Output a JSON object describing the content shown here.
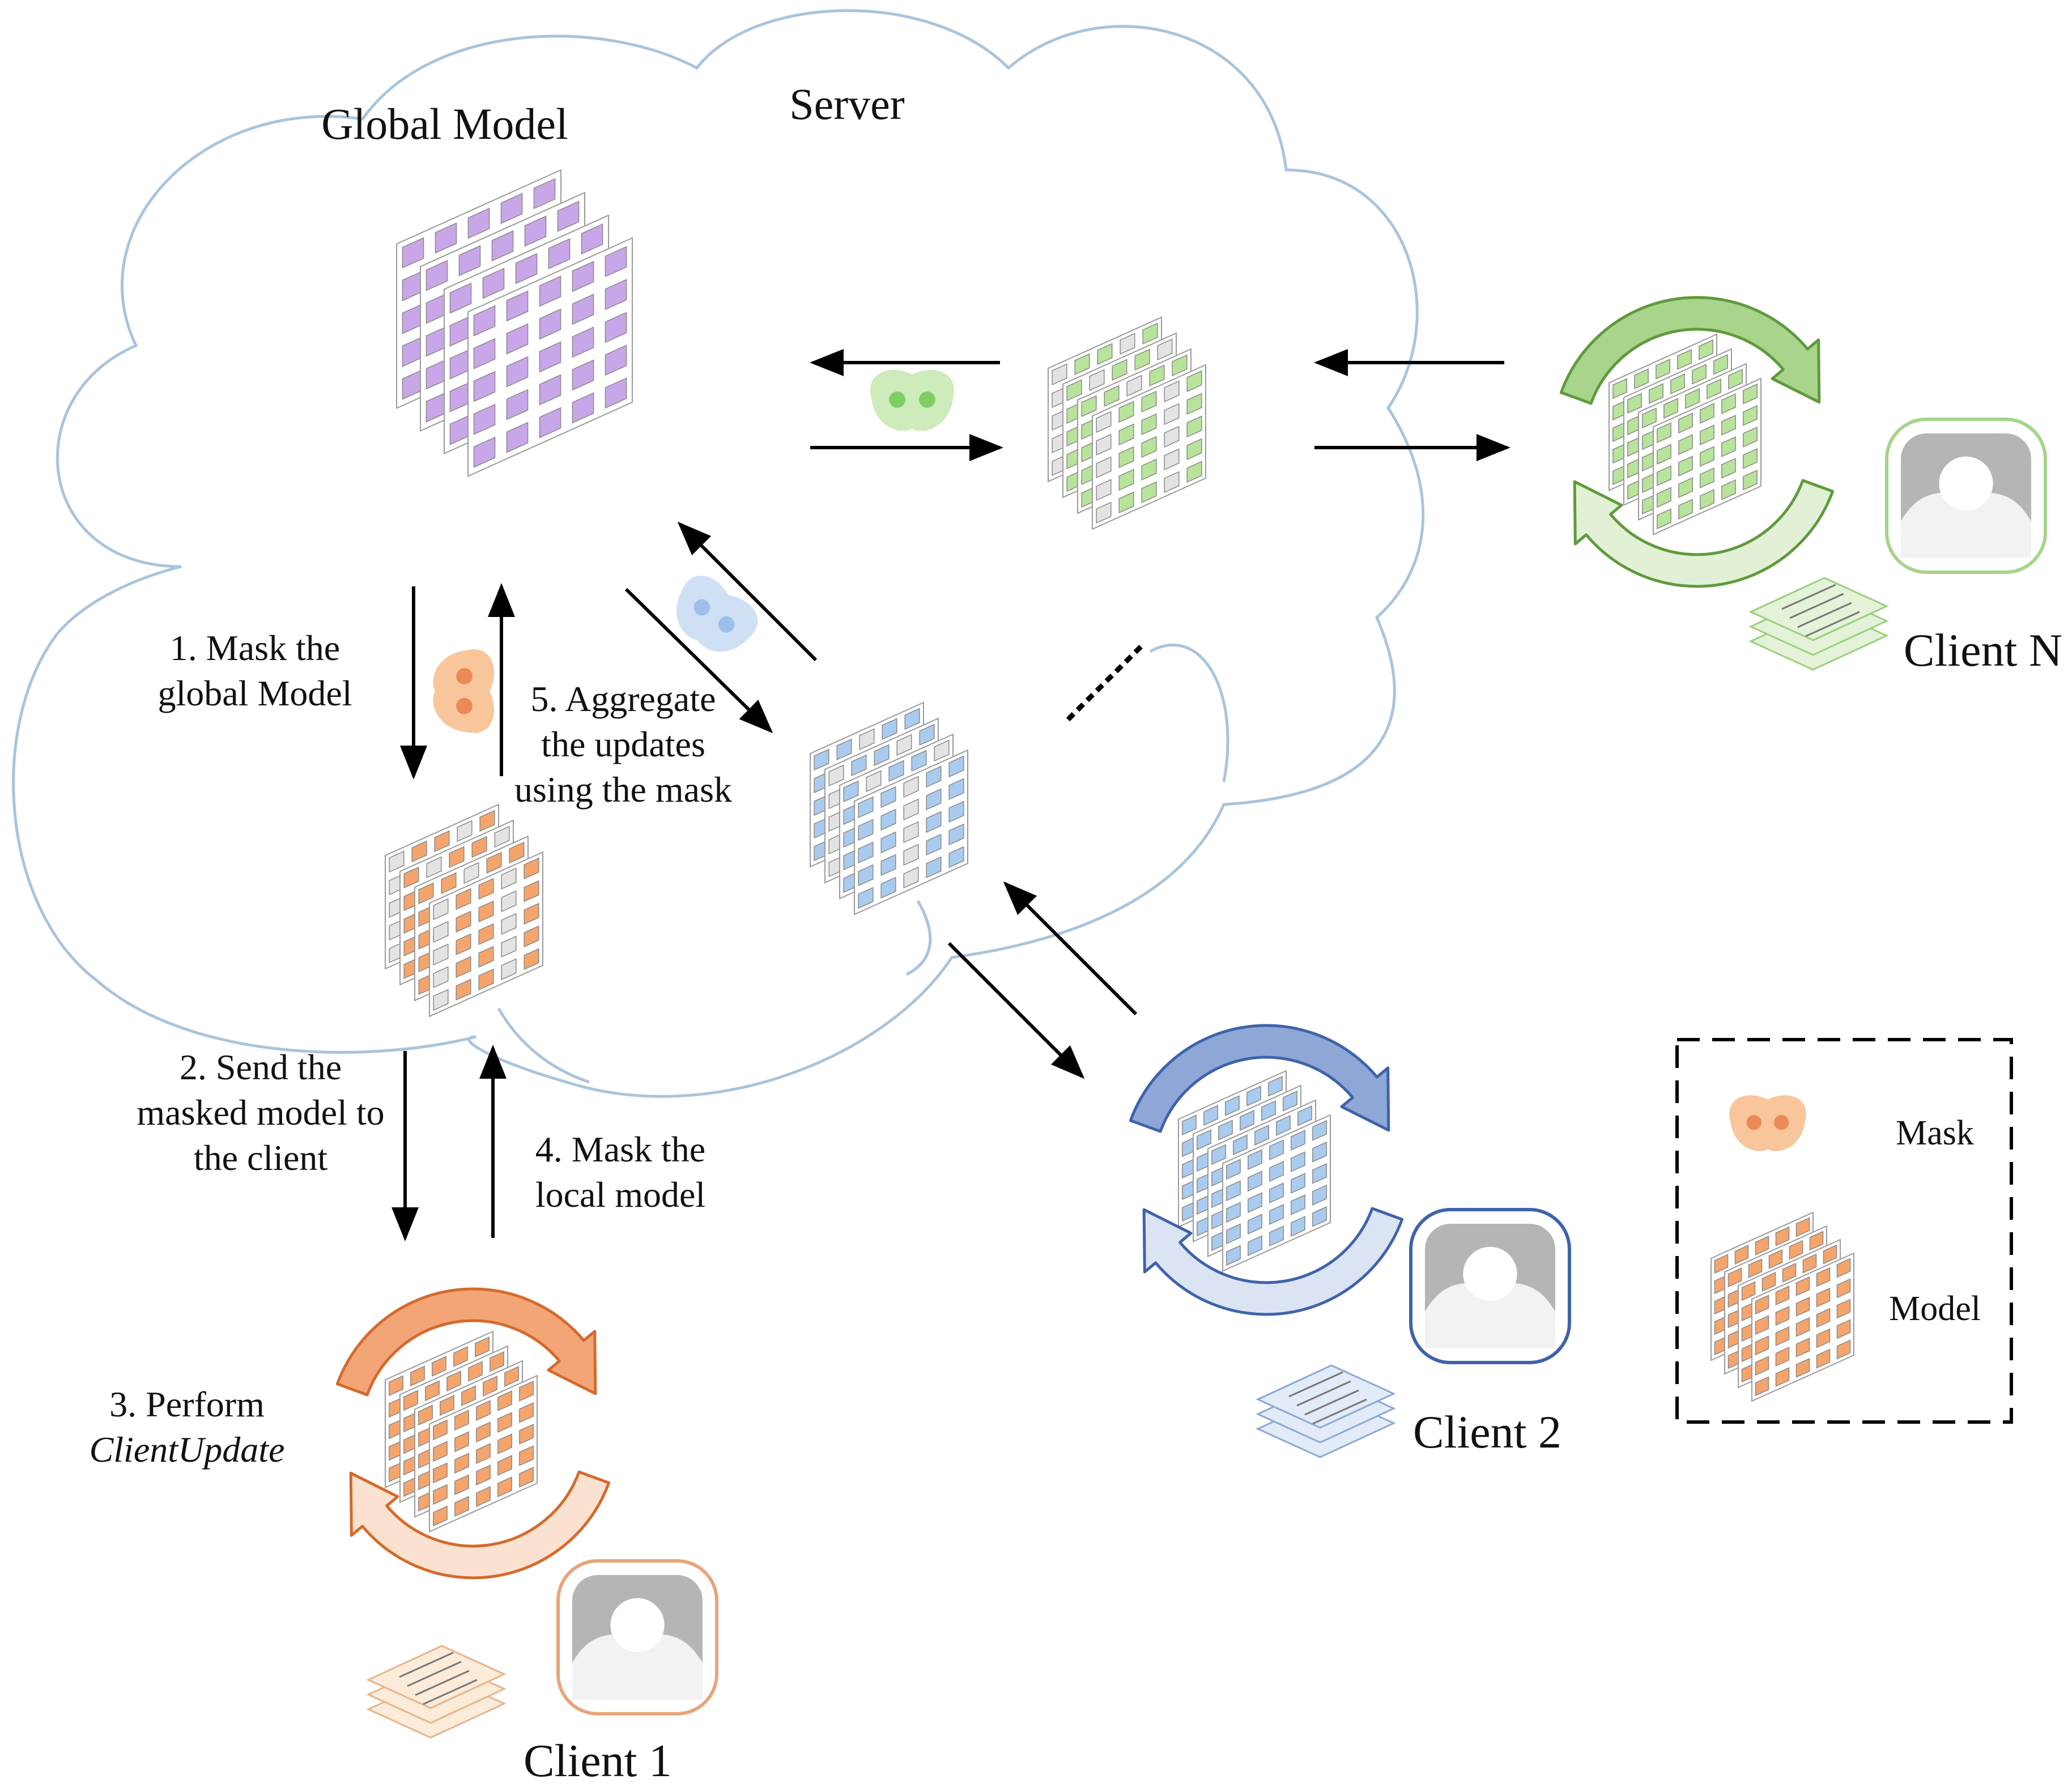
{
  "server": {
    "title": "Server",
    "global_model_label": "Global Model"
  },
  "steps": {
    "step1": [
      "1. Mask the",
      "global Model"
    ],
    "step2": [
      "2. Send the",
      "masked model to",
      "the client"
    ],
    "step3": [
      "3. Perform",
      "ClientUpdate"
    ],
    "step4": [
      "4. Mask the",
      "local model"
    ],
    "step5": [
      "5. Aggregate",
      "the updates",
      "using the mask"
    ]
  },
  "clients": [
    {
      "name": "Client 1",
      "color": "#e8894f"
    },
    {
      "name": "Client 2",
      "color": "#5e82c4"
    },
    {
      "name": "Client N",
      "color": "#7fb35a"
    }
  ],
  "legend": {
    "mask_label": "Mask",
    "model_label": "Model"
  },
  "colors": {
    "cloud_stroke": "#a9c4dc",
    "global_model": "#c9a6e8",
    "orange": "#f5a46c",
    "blue": "#a9cbef",
    "green": "#b8e39a",
    "gray_cell": "#e3e3e3"
  }
}
